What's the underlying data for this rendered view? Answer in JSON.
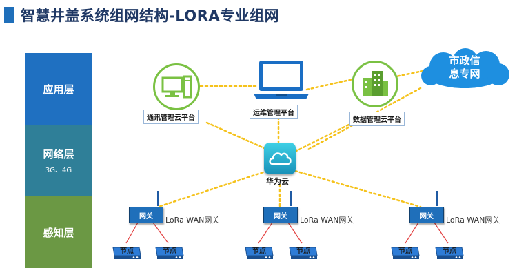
{
  "title": "智慧井盖系统组网结构-LORA专业组网",
  "layers": {
    "application": {
      "name": "应用层",
      "sub": ""
    },
    "network": {
      "name": "网络层",
      "sub": "3G、4G"
    },
    "perception": {
      "name": "感知层",
      "sub": ""
    }
  },
  "platforms": {
    "comm": "通讯管理云平台",
    "ops": "运维管理平台",
    "data": "数据管理云平台"
  },
  "municipal_network": {
    "line1": "市政信",
    "line2": "息专网"
  },
  "cloud_label": "华为云",
  "gateways": [
    {
      "label": "网关",
      "type": "LoRa WAN网关"
    },
    {
      "label": "网关",
      "type": "LoRa WAN网关"
    },
    {
      "label": "网关",
      "type": "LoRa WAN网关"
    }
  ],
  "node_label": "节点",
  "colors": {
    "title": "#1f3864",
    "application_layer": "#1f70c1",
    "network_layer": "#2f7f98",
    "perception_layer": "#6b9844",
    "link": "#f5c21b",
    "platform_icon": "#7ac143",
    "cloud": "#1aa3c8",
    "gateway": "#1f6fba"
  }
}
